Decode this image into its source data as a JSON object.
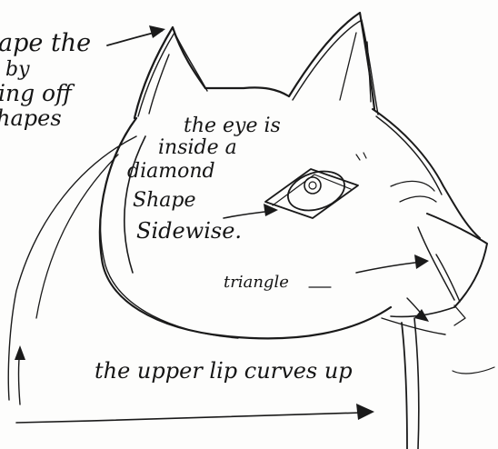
{
  "notes": {
    "shape_lines": [
      "ape the",
      "by",
      "ing off",
      "hapes"
    ],
    "eye_lines": [
      "the eye is",
      "inside a",
      "diamond",
      "Shape",
      "Sidewise."
    ],
    "triangle": "triangle",
    "lip": "the upper lip curves up"
  }
}
